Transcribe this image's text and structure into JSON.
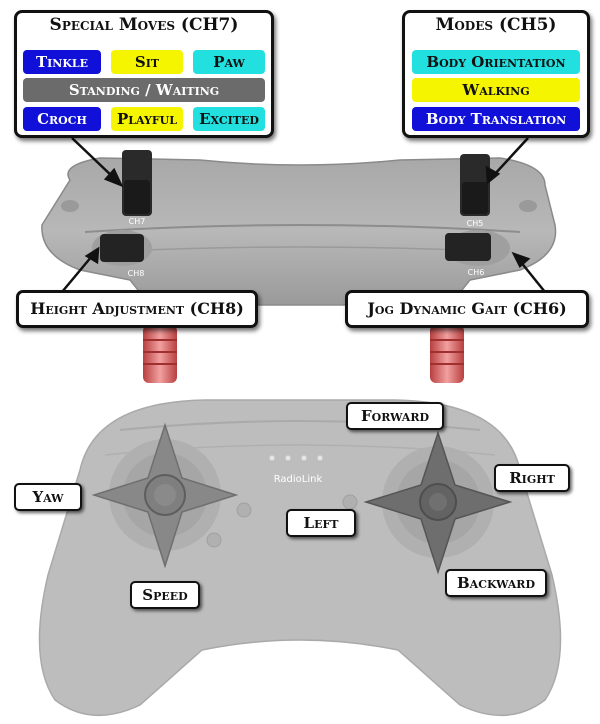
{
  "special_moves": {
    "title": "Special Moves (CH7)",
    "items": [
      {
        "label": "Tinkle",
        "bg": "#1010d8",
        "fg": "#ffffff"
      },
      {
        "label": "Sit",
        "bg": "#f5f500",
        "fg": "#111111"
      },
      {
        "label": "Paw",
        "bg": "#22e0e0",
        "fg": "#111111"
      },
      {
        "label": "Standing / Waiting",
        "bg": "#6b6b6b",
        "fg": "#ffffff"
      },
      {
        "label": "Croch",
        "bg": "#1010d8",
        "fg": "#ffffff"
      },
      {
        "label": "Playful",
        "bg": "#f5f500",
        "fg": "#111111"
      },
      {
        "label": "Excited",
        "bg": "#22e0e0",
        "fg": "#111111"
      }
    ]
  },
  "modes": {
    "title": "Modes (CH5)",
    "items": [
      {
        "label": "Body Orientation",
        "bg": "#22e0e0",
        "fg": "#111111"
      },
      {
        "label": "Walking",
        "bg": "#f5f500",
        "fg": "#111111"
      },
      {
        "label": "Body Translation",
        "bg": "#1010d8",
        "fg": "#ffffff"
      }
    ]
  },
  "switches": {
    "ch7": "CH7",
    "ch5": "CH5",
    "ch8": "CH8",
    "ch6": "CH6"
  },
  "callouts": {
    "height": "Height Adjustment (CH8)",
    "jog": "Jog Dynamic Gait (CH6)"
  },
  "controller": {
    "brand": "RadioLink"
  },
  "directions": {
    "yaw": "Yaw",
    "speed": "Speed",
    "forward": "Forward",
    "backward": "Backward",
    "left": "Left",
    "right": "Right"
  }
}
